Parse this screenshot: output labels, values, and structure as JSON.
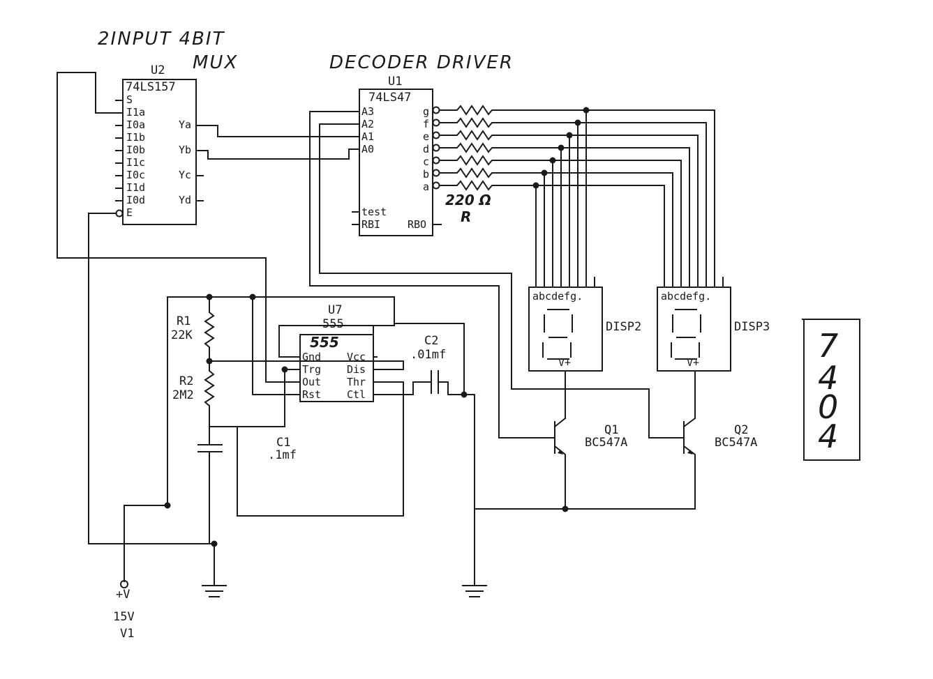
{
  "headings": {
    "mux_line1": "2INPUT 4BIT",
    "mux_line2": "MUX",
    "decoder": "DECODER DRIVER"
  },
  "u2": {
    "ref": "U2",
    "part": "74LS157",
    "left_pins": [
      "S",
      "I1a",
      "I0a",
      "I1b",
      "I0b",
      "I1c",
      "I0c",
      "I1d",
      "I0d",
      "E"
    ],
    "right_pins": [
      "Ya",
      "Yb",
      "Yc",
      "Yd"
    ]
  },
  "u1": {
    "ref": "U1",
    "part": "74LS47",
    "left_pins": [
      "A3",
      "A2",
      "A1",
      "A0",
      "test",
      "RBI"
    ],
    "right_pins": [
      "g",
      "f",
      "e",
      "d",
      "c",
      "b",
      "a",
      "RBO"
    ]
  },
  "resistor_array": {
    "value": "220 Ω",
    "label": "R"
  },
  "u7": {
    "ref": "U7",
    "part": "555",
    "inner_label": "555",
    "left_pins": [
      "Gnd",
      "Trg",
      "Out",
      "Rst"
    ],
    "right_pins": [
      "Vcc",
      "Dis",
      "Thr",
      "Ctl"
    ]
  },
  "r1": {
    "ref": "R1",
    "value": "22K"
  },
  "r2": {
    "ref": "R2",
    "value": "2M2"
  },
  "c1": {
    "ref": "C1",
    "value": ".1mf"
  },
  "c2": {
    "ref": "C2",
    "value": ".01mf"
  },
  "disp2": {
    "ref": "DISP2",
    "segments": "abcdefg.",
    "supply": "V+"
  },
  "disp3": {
    "ref": "DISP3",
    "segments": "abcdefg.",
    "supply": "V+"
  },
  "q1": {
    "ref": "Q1",
    "part": "BC547A"
  },
  "q2": {
    "ref": "Q2",
    "part": "BC547A"
  },
  "v1": {
    "terminal": "+V",
    "value": "15V",
    "ref": "V1"
  },
  "ic_7404": {
    "digits": [
      "7",
      "4",
      "0",
      "4"
    ]
  }
}
